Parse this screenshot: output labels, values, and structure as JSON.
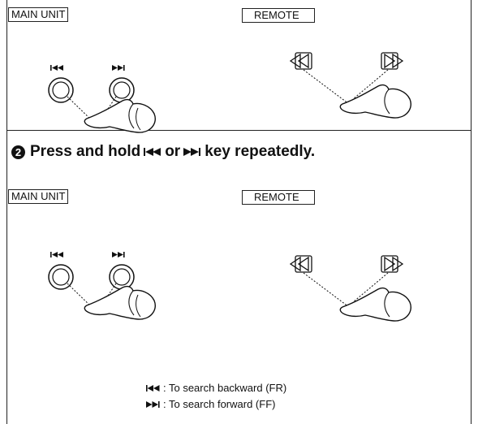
{
  "labels": {
    "main_unit_top": "MAIN UNIT",
    "remote_top": "REMOTE",
    "main_unit_bottom": "MAIN UNIT",
    "remote_bottom": "REMOTE"
  },
  "step": {
    "number": "❷",
    "text_before": "Press and hold",
    "text_middle": "or",
    "text_after": "key repeatedly."
  },
  "legend": [
    {
      "icon": "skip-back-icon",
      "text": ": To search backward (FR)"
    },
    {
      "icon": "skip-forward-icon",
      "text": ": To search forward (FF)"
    }
  ]
}
